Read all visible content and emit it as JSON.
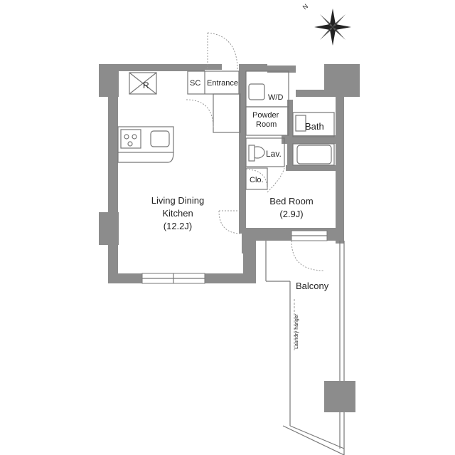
{
  "compass": {
    "north_label": "N",
    "icon": "compass-rose-icon"
  },
  "rooms": {
    "ldk": {
      "line1": "Living Dining",
      "line2": "Kitchen",
      "size": "(12.2J)"
    },
    "bedroom": {
      "name": "Bed Room",
      "size": "(2.9J)"
    },
    "entrance": "Entrance",
    "sc": "SC",
    "wd": "W/D",
    "powder": {
      "line1": "Powder",
      "line2": "Room"
    },
    "bath": "Bath",
    "lav": "Lav.",
    "clo": "Clo.",
    "balcony": "Balcony",
    "laundry": "Laundry hanger",
    "fridge": "R"
  },
  "colors": {
    "wall": "#8c8c8c",
    "line": "#777777"
  }
}
